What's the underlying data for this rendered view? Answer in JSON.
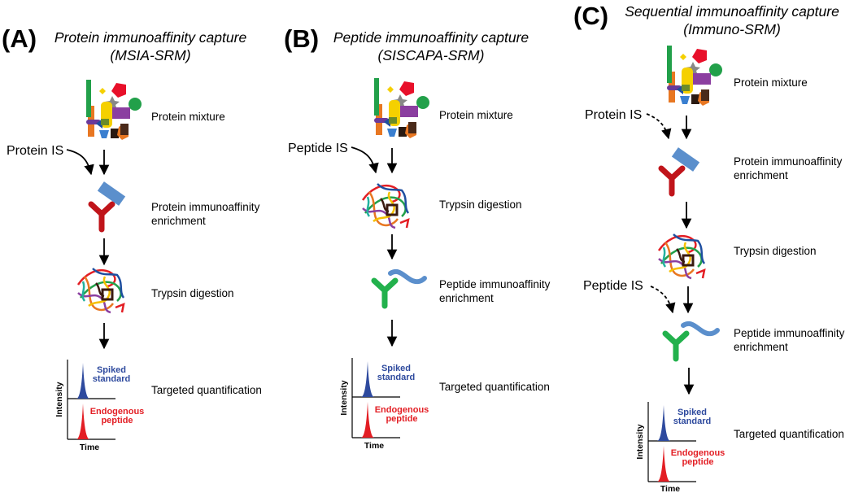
{
  "colors": {
    "spiked_peak": "#2e4a9e",
    "endogenous_peak": "#e31e24",
    "protein_antibody": "#c0141a",
    "peptide_antibody": "#22b14c",
    "antigen_bar": "#5b8fcc"
  },
  "panels": [
    {
      "letter": "(A)",
      "title_line1": "Protein immunoaffinity capture",
      "title_line2": "(MSIA-SRM)",
      "is_label": "Protein IS",
      "steps": [
        {
          "line1": "Protein mixture",
          "line2": ""
        },
        {
          "line1": "Protein immunoaffinity",
          "line2": "enrichment"
        },
        {
          "line1": "Trypsin digestion",
          "line2": ""
        },
        {
          "line1": "Targeted quantification",
          "line2": ""
        }
      ]
    },
    {
      "letter": "(B)",
      "title_line1": "Peptide immunoaffinity capture",
      "title_line2": "(SISCAPA-SRM)",
      "is_label": "Peptide IS",
      "steps": [
        {
          "line1": "Protein mixture",
          "line2": ""
        },
        {
          "line1": "Trypsin digestion",
          "line2": ""
        },
        {
          "line1": "Peptide immunoaffinity",
          "line2": "enrichment"
        },
        {
          "line1": "Targeted quantification",
          "line2": ""
        }
      ]
    },
    {
      "letter": "(C)",
      "title_line1": "Sequential immunoaffinity capture",
      "title_line2": "(Immuno-SRM)",
      "is_label_1": "Protein IS",
      "is_label_2": "Peptide IS",
      "steps": [
        {
          "line1": "Protein mixture",
          "line2": ""
        },
        {
          "line1": "Protein immunoaffinity",
          "line2": "enrichment"
        },
        {
          "line1": "Trypsin digestion",
          "line2": ""
        },
        {
          "line1": "Peptide immunoaffinity",
          "line2": "enrichment"
        },
        {
          "line1": "Targeted quantification",
          "line2": ""
        }
      ]
    }
  ],
  "chromatogram": {
    "y_axis": "Intensity",
    "x_axis": "Time",
    "spiked_line1": "Spiked",
    "spiked_line2": "standard",
    "endogenous_line1": "Endogenous",
    "endogenous_line2": "peptide"
  }
}
